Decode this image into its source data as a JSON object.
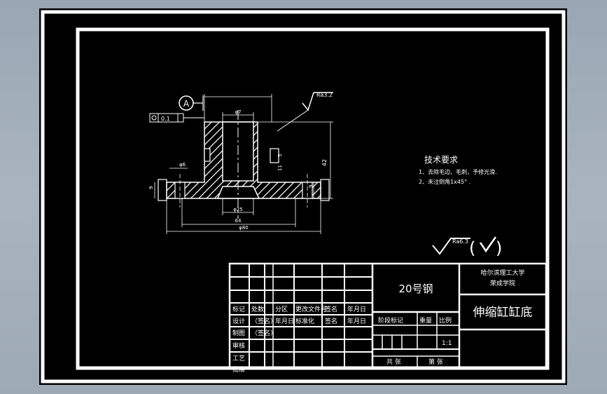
{
  "drawing": {
    "datum_label": "A",
    "tolerance_value": "0.1",
    "roughness_main": "Ra3.2",
    "roughness_general": "Ra6.3",
    "dim_d25": "φ25",
    "dim_64": "64",
    "dim_d80": "φ80",
    "dim_d6": "φ6",
    "dim_9": "9",
    "dim_h": "42",
    "dim_5": "5",
    "dim_11": "11",
    "dim_d7": "φ7"
  },
  "notes": {
    "title": "技术要求",
    "line1": "1、去除毛边、毛刺，予修光滑.",
    "line2": "2、未注倒角1x45° ."
  },
  "title_block": {
    "material": "20号钢",
    "school_line1": "哈尔滨理工大学",
    "school_line2": "荣成学院",
    "part_name": "伸缩缸缸底",
    "row_a": [
      "标记",
      "处数",
      "分区",
      "更改文件号",
      "签名",
      "年月日"
    ],
    "row_b": [
      "设计",
      "（签名）",
      "年月日",
      "标准化",
      "签名",
      "年月日"
    ],
    "label_draw": "制图",
    "label_check": "审核",
    "label_process": "工艺",
    "sign": "（签名）",
    "approve": "批准",
    "stage": "阶段标记",
    "weight": "重量",
    "scale": "比例",
    "scale_value": "1:1",
    "total": "共 张",
    "sheet": "第 张"
  }
}
